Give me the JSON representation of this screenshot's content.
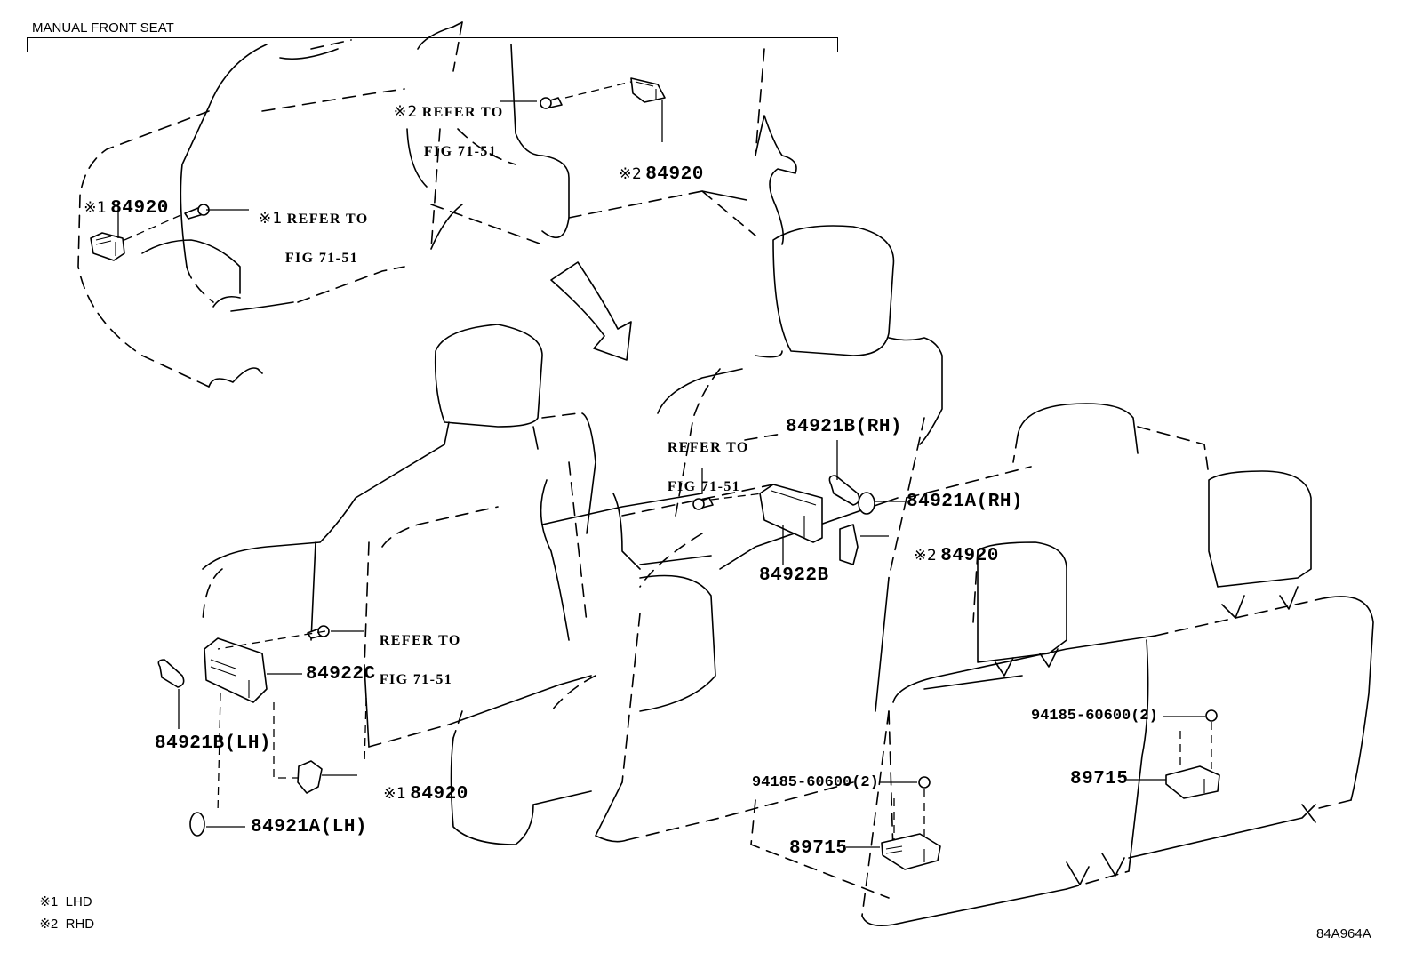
{
  "diagram": {
    "section_title": "MANUAL FRONT SEAT",
    "figure_id": "84A964A",
    "footnotes": [
      {
        "mark": "※1",
        "text": "LHD"
      },
      {
        "mark": "※2",
        "text": "RHD"
      }
    ],
    "callouts": {
      "refer_manual_rhd": {
        "mark": "※2",
        "line1": "REFER TO",
        "line2": "FIG 71-51"
      },
      "part_84920_manual_rhd": {
        "mark": "※2",
        "part": "84920"
      },
      "part_84920_manual_lhd": {
        "mark": "※1",
        "part": "84920"
      },
      "refer_manual_lhd": {
        "mark": "※1",
        "line1": "REFER TO",
        "line2": "FIG 71-51"
      },
      "refer_power_rh": {
        "line1": "REFER TO",
        "line2": "FIG 71-51"
      },
      "part_84921b_rh": {
        "part": "84921B(RH)"
      },
      "part_84921a_rh": {
        "part": "84921A(RH)"
      },
      "part_84920_power_rhd": {
        "mark": "※2",
        "part": "84920"
      },
      "part_84922b": {
        "part": "84922B"
      },
      "refer_power_lh": {
        "line1": "REFER TO",
        "line2": "FIG 71-51"
      },
      "part_84922c": {
        "part": "84922C"
      },
      "part_84921b_lh": {
        "part": "84921B(LH)"
      },
      "part_84920_power_lhd": {
        "mark": "※1",
        "part": "84920"
      },
      "part_84921a_lh": {
        "part": "84921A(LH)"
      },
      "nut_rear_right": {
        "part": "94185-60600(2)"
      },
      "part_89715_rear_right": {
        "part": "89715"
      },
      "nut_rear_left": {
        "part": "94185-60600(2)"
      },
      "part_89715_rear_left": {
        "part": "89715"
      }
    }
  }
}
